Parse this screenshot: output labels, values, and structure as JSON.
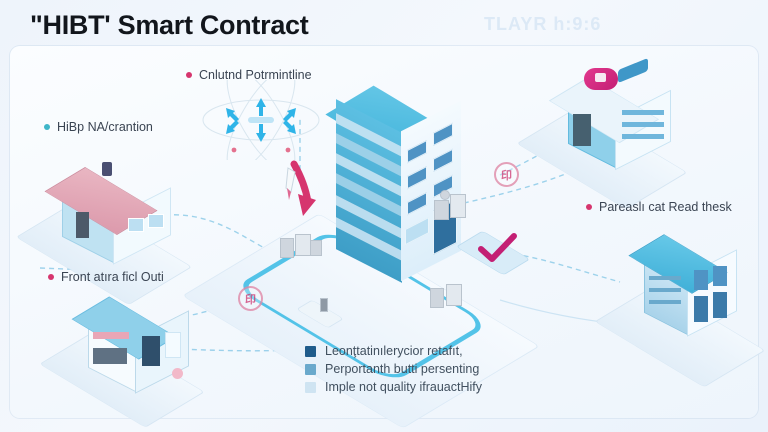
{
  "header": {
    "title": "\"HIBT' Smart Contract",
    "ghost_text": "TLAYR h:9:6"
  },
  "annotations": [
    {
      "id": "node-network",
      "text": "Cnlutnd Potrmintline",
      "bullet_color": "#d6356e",
      "bullet_kind": "pink"
    },
    {
      "id": "left-house",
      "text": "HiBp NA/crantion",
      "bullet_color": "#3fb6c8",
      "bullet_kind": "teal"
    },
    {
      "id": "front-office",
      "text": "Front atıra ficl Outi",
      "bullet_color": "#d6356e",
      "bullet_kind": "pink"
    },
    {
      "id": "right-tower",
      "text": "Pareaslı cat Read thesk",
      "bullet_color": "#d6356e",
      "bullet_kind": "pink"
    }
  ],
  "legend": {
    "items": [
      {
        "label": "Leonţtatinılerycior retafıt,",
        "color": "#1f5c8b"
      },
      {
        "label": "Perportanth butti persenting",
        "color": "#6aa9cc"
      },
      {
        "label": "Imple not quality ifrauactHify",
        "color": "#cfe4f2"
      }
    ]
  },
  "badges": [
    {
      "id": "stamp-center",
      "glyph": "印"
    },
    {
      "id": "stamp-left",
      "glyph": "印"
    }
  ],
  "icons": {
    "down_arrow": "arrow-down",
    "check_mark": "check",
    "network": "network-nodes"
  },
  "palette": {
    "accent_cyan": "#53c3e8",
    "accent_pink": "#d6356e",
    "tower_blue": "#3fb2da",
    "roof_pink": "#e6a7b5",
    "background": "#eef4fb"
  },
  "buildings": [
    {
      "id": "left-house",
      "roof": "#e1a3b3",
      "body": "#bfe2f2"
    },
    {
      "id": "front-office",
      "roof": "#ffffff",
      "body": "#dff0fa"
    },
    {
      "id": "center-tower",
      "roof": "#3fb2da",
      "body": "#5cbfe2"
    },
    {
      "id": "top-right-bldg",
      "roof": "#eaf4fb",
      "body": "#8fd0ea"
    },
    {
      "id": "bottom-right-tower",
      "roof": "#56c0e4",
      "body": "#b9ddf0"
    }
  ]
}
